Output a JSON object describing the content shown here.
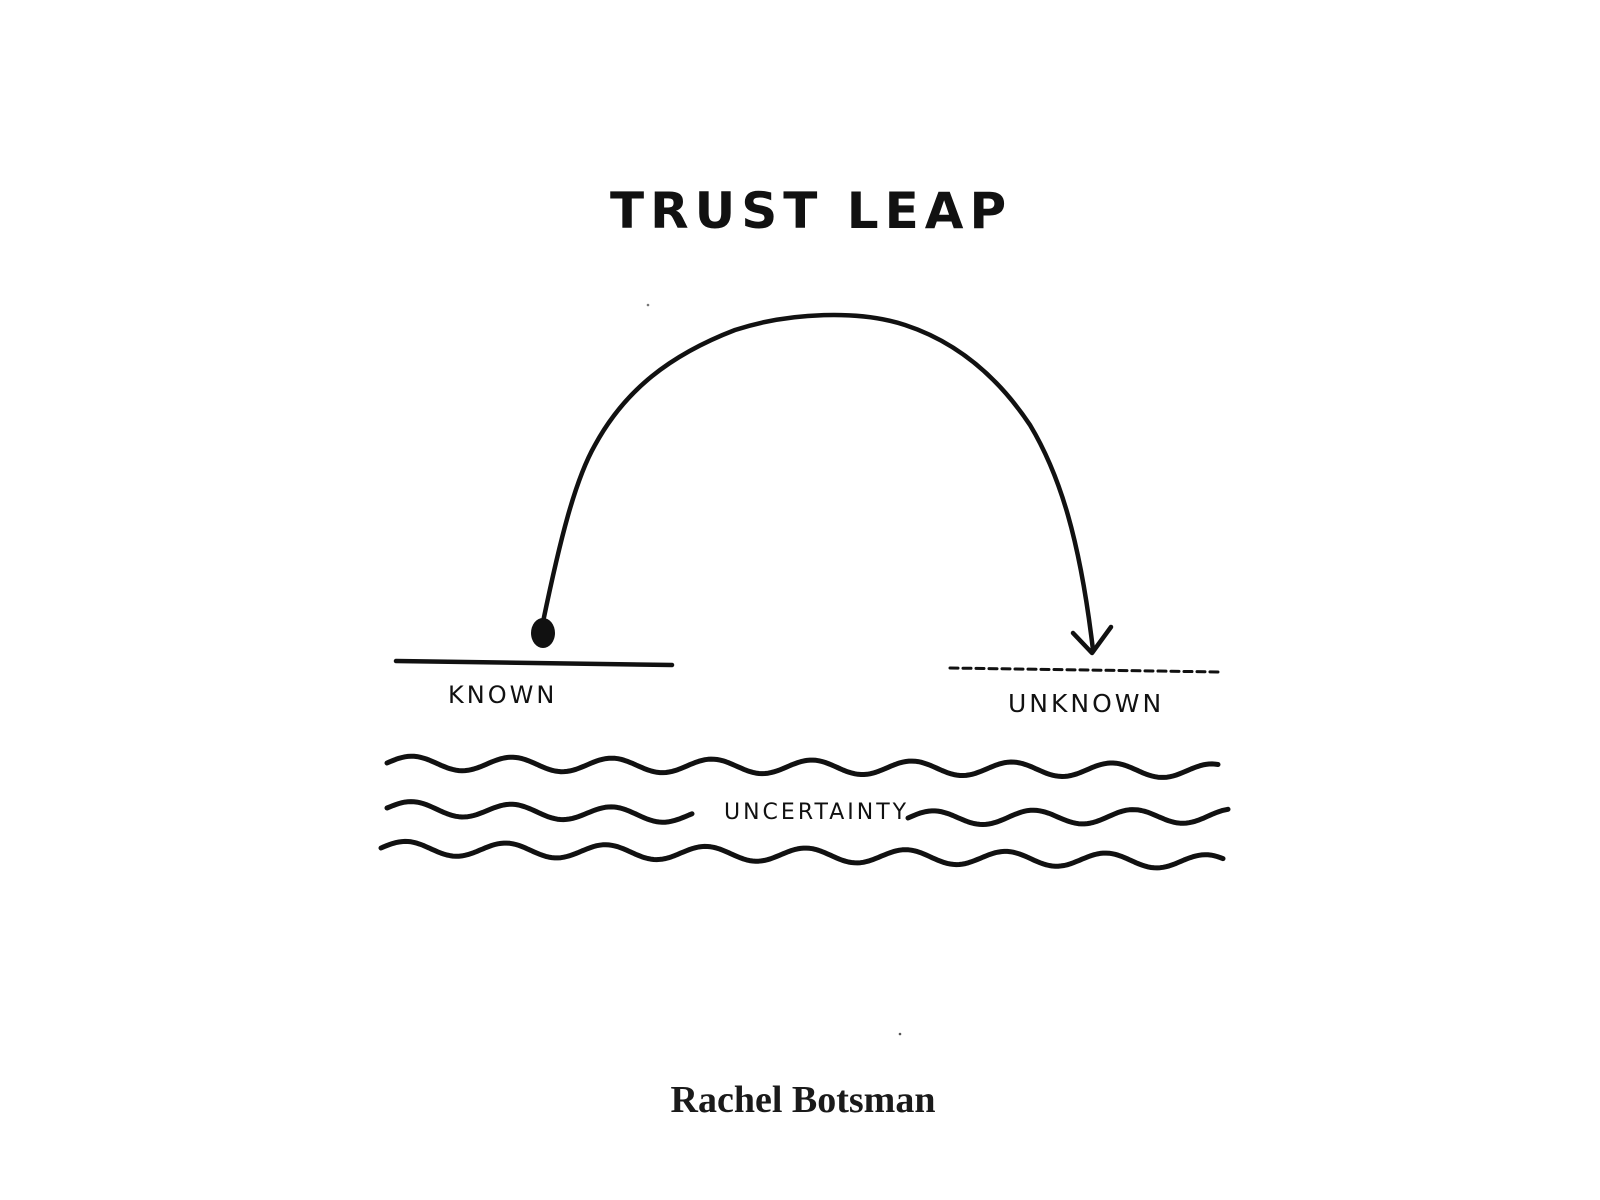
{
  "diagram": {
    "title": "TRUST LEAP",
    "known_label": "KNOWN",
    "unknown_label": "UNKNOWN",
    "uncertainty_label": "UNCERTAINTY",
    "author": "Rachel Botsman",
    "ink_color": "#111111",
    "background_color": "#ffffff"
  }
}
